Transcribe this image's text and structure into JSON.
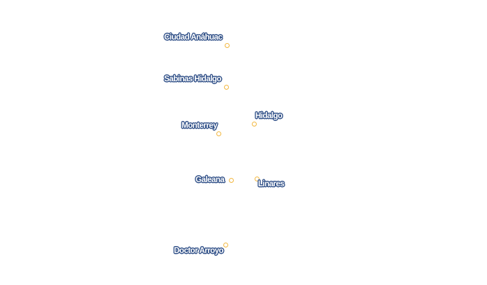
{
  "map": {
    "marker_color": "#f2b63c",
    "label_fill_color": "#ffffff",
    "label_outline_color": "#2f4f87",
    "cities": [
      {
        "id": "ciudad-anahuac",
        "name": "Ciudad Anáhuac"
      },
      {
        "id": "sabinas-hidalgo",
        "name": "Sabinas Hidalgo"
      },
      {
        "id": "hidalgo",
        "name": "Hidalgo"
      },
      {
        "id": "monterrey",
        "name": "Monterrey"
      },
      {
        "id": "galeana",
        "name": "Galeana"
      },
      {
        "id": "linares",
        "name": "Linares"
      },
      {
        "id": "doctor-arroyo",
        "name": "Doctor Arroyo"
      }
    ]
  }
}
